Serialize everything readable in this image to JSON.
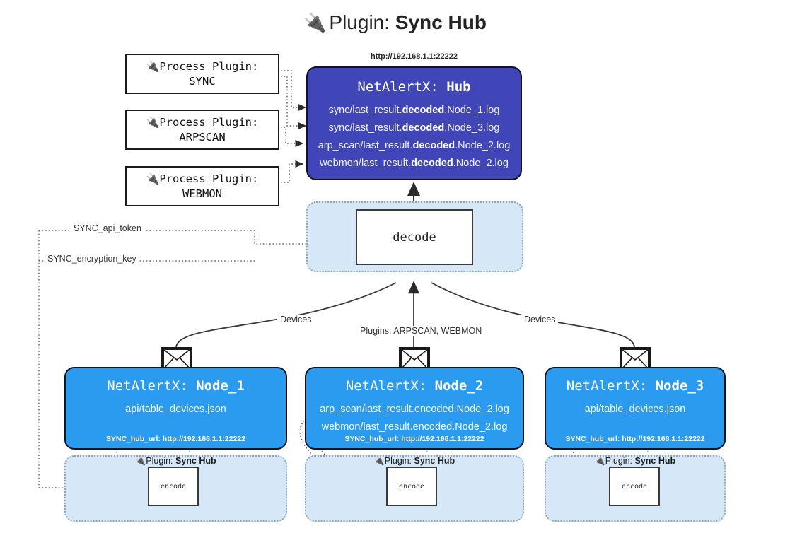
{
  "title": {
    "icon": "electric-plug-icon",
    "prefix": "Plugin:",
    "name": "Sync Hub"
  },
  "process_plugins": [
    {
      "icon": "electric-plug-icon",
      "line1": "Process Plugin:",
      "line2": "SYNC"
    },
    {
      "icon": "electric-plug-icon",
      "line1": "Process Plugin:",
      "line2": "ARPSCAN"
    },
    {
      "icon": "electric-plug-icon",
      "line1": "Process Plugin:",
      "line2": "WEBMON"
    }
  ],
  "hub": {
    "url": "http://192.168.1.1:22222",
    "title_prefix": "NetAlertX:",
    "title_name": "Hub",
    "logs": [
      {
        "pre": "sync/last_result.",
        "strong": "decoded",
        "post": ".Node_1.log"
      },
      {
        "pre": "sync/last_result.",
        "strong": "decoded",
        "post": ".Node_3.log"
      },
      {
        "pre": "arp_scan/last_result.",
        "strong": "decoded",
        "post": ".Node_2.log"
      },
      {
        "pre": "webmon/last_result.",
        "strong": "decoded",
        "post": ".Node_2.log"
      }
    ]
  },
  "decode": {
    "label": "decode"
  },
  "config_labels": {
    "api_token": "SYNC_api_token",
    "encryption_key": "SYNC_encryption_key"
  },
  "edge_labels": {
    "devices_left": "Devices",
    "plugins_center": "Plugins: ARPSCAN, WEBMON",
    "devices_right": "Devices"
  },
  "nodes": [
    {
      "title_prefix": "NetAlertX:",
      "title_name": "Node_1",
      "lines": [
        "api/table_devices.json"
      ],
      "footer": "SYNC_hub_url: http://192.168.1.1:22222",
      "envelope": "envelope-icon"
    },
    {
      "title_prefix": "NetAlertX:",
      "title_name": "Node_2",
      "lines": [
        "arp_scan/last_result.encoded.Node_2.log",
        "webmon/last_result.encoded.Node_2.log"
      ],
      "footer": "SYNC_hub_url: http://192.168.1.1:22222",
      "envelope": "envelope-icon"
    },
    {
      "title_prefix": "NetAlertX:",
      "title_name": "Node_3",
      "lines": [
        "api/table_devices.json"
      ],
      "footer": "SYNC_hub_url: http://192.168.1.1:22222",
      "envelope": "envelope-icon"
    }
  ],
  "sync_subgraphs": [
    {
      "icon": "electric-plug-icon",
      "prefix": "Plugin:",
      "name": "Sync Hub",
      "box": "encode"
    },
    {
      "icon": "electric-plug-icon",
      "prefix": "Plugin:",
      "name": "Sync Hub",
      "box": "encode"
    },
    {
      "icon": "electric-plug-icon",
      "prefix": "Plugin:",
      "name": "Sync Hub",
      "box": "encode"
    }
  ],
  "colors": {
    "hub_fill": "#4046b8",
    "node_fill": "#2b9bf0",
    "subgraph_fill": "#d6e8f8",
    "subgraph_border": "#8fa6b5",
    "stroke": "#13131c",
    "page_bg": "#ffffff"
  }
}
